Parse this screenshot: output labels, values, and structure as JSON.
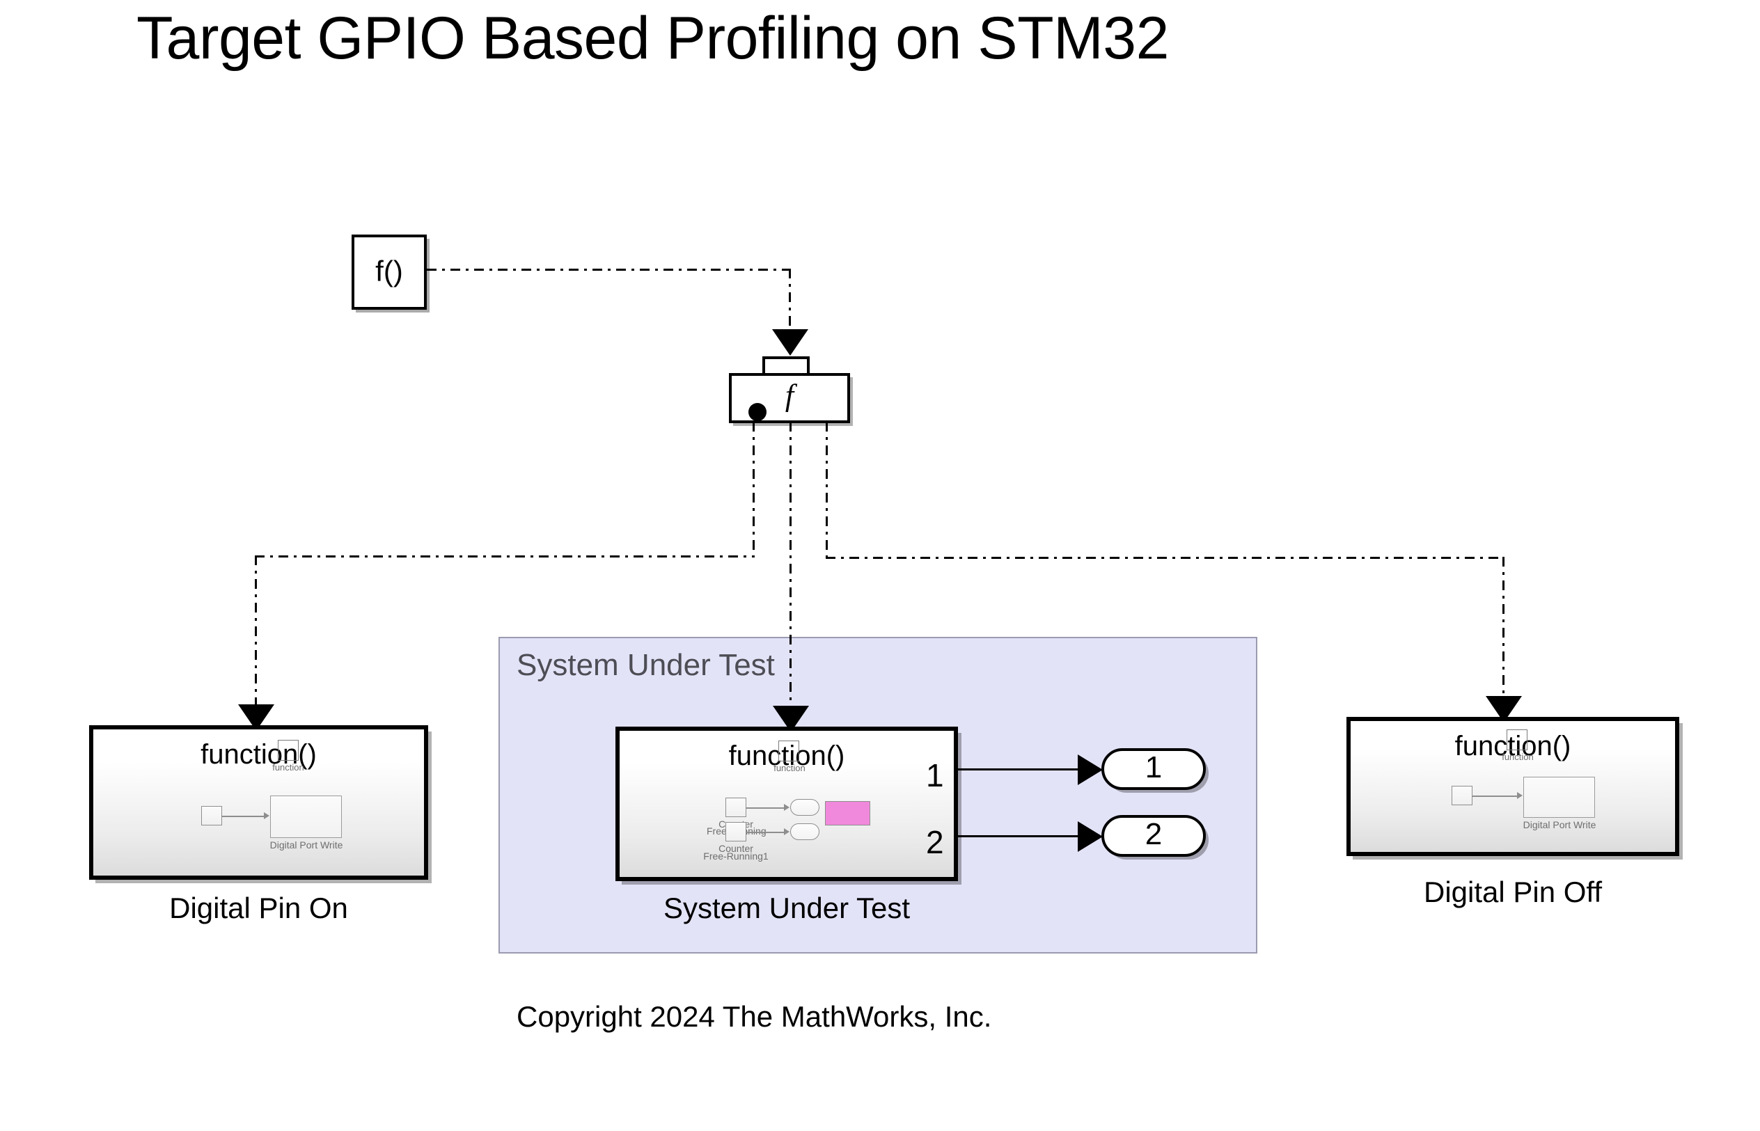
{
  "page": {
    "title": "Target GPIO Based Profiling on STM32",
    "copyright": "Copyright 2024 The MathWorks, Inc."
  },
  "blocks": {
    "function_caller": {
      "label": "f()",
      "name": "f()"
    },
    "function_call_split": {
      "glyph": "f"
    },
    "digital_pin_on": {
      "title": "function()",
      "caption": "Digital Pin On",
      "trigger_icon_label": "function",
      "inner": {
        "port_write_label": "Digital Port Write"
      }
    },
    "system_under_test": {
      "title": "function()",
      "caption": "System Under Test",
      "trigger_icon_label": "function",
      "port_numbers": [
        "1",
        "2"
      ],
      "inner": {
        "counter_1_label": "Counter\nFree-Running",
        "counter_1_line1": "Counter",
        "counter_1_line2": "Free-Running",
        "counter_2_line1": "Counter",
        "counter_2_line2": "Free-Running1"
      }
    },
    "digital_pin_off": {
      "title": "function()",
      "caption": "Digital Pin Off",
      "trigger_icon_label": "function",
      "inner": {
        "port_write_label": "Digital Port Write"
      }
    }
  },
  "area": {
    "system_under_test": {
      "title": "System Under Test"
    }
  },
  "outports": [
    {
      "label": "1"
    },
    {
      "label": "2"
    }
  ],
  "colors": {
    "area_background": "#e3e3f8",
    "area_border": "#9a9ab0",
    "area_title_text": "#4d4d55",
    "block_border": "#000000",
    "block_fill_top": "#ffffff",
    "block_fill_bottom": "#dcdcdc",
    "accent_pink": "#f088db",
    "mini_border": "#8e8e8e",
    "mini_label_text": "#6e6e6e",
    "canvas_background": "#ffffff"
  }
}
